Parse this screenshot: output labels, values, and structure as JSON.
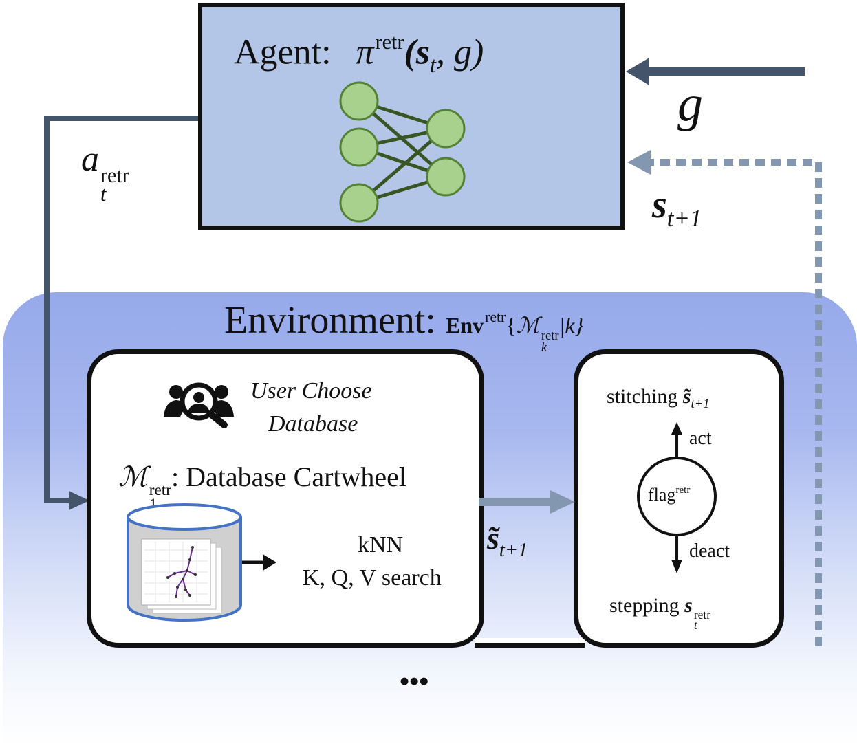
{
  "agent": {
    "label": "Agent:",
    "policy_symbol": "π",
    "policy_sup": "retr",
    "policy_args": "(s",
    "policy_args_sub": "t",
    "policy_args_tail": ", g)"
  },
  "goal": {
    "symbol": "g"
  },
  "action": {
    "symbol": "a",
    "sup": "retr",
    "sub": "t"
  },
  "next_state": {
    "symbol": "s",
    "sub": "t+1"
  },
  "environment": {
    "label": "Environment:",
    "env_symbol": "Env",
    "env_sup": "retr",
    "set_open": "{",
    "module_symbol": "ℳ",
    "module_sup": "retr",
    "module_sub": "k",
    "set_tail": "|k}"
  },
  "database_module": {
    "user_choose_line1": "User Choose",
    "user_choose_line2": "Database",
    "module_symbol": "ℳ",
    "module_sup": "retr",
    "module_sub": "1",
    "module_name": ": Database Cartwheel",
    "search_line1": "kNN",
    "search_line2": "K, Q, V search",
    "icon": "user-search-icon"
  },
  "transfer": {
    "symbol": "s̃",
    "sub": "t+1"
  },
  "flag_module": {
    "top_label": "stitching",
    "top_symbol": "s̃",
    "top_sub": "t+1",
    "act_label": "act",
    "node_label": "flag",
    "node_sup": "retr",
    "deact_label": "deact",
    "bottom_label": "stepping",
    "bottom_symbol": "s",
    "bottom_sup": "retr",
    "bottom_sub": "t"
  },
  "ellipsis": "•••",
  "colors": {
    "agent_fill": "#b3c6e7",
    "arrow_dark": "#44546a",
    "arrow_light": "#8497b0",
    "neuron_fill": "#a9d18e",
    "neuron_stroke": "#548235",
    "db_outline": "#4472c4",
    "env_band": "#96a9ea"
  }
}
